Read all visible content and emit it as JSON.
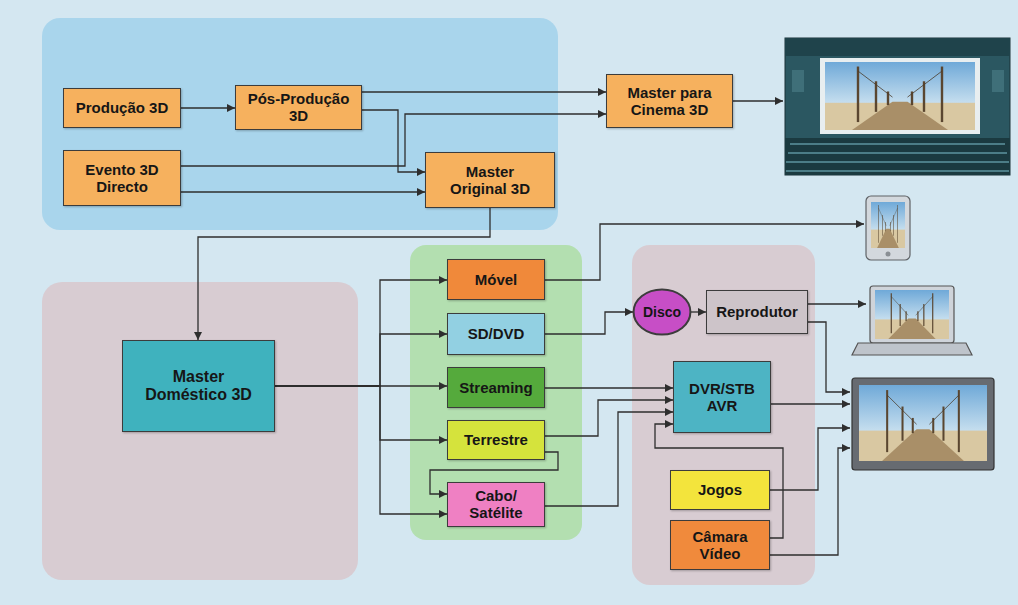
{
  "diagram": {
    "nodes": [
      {
        "text": [
          "Produção 3D"
        ]
      },
      {
        "text": [
          "Pós-Produção 3D"
        ]
      },
      {
        "text": [
          "Master para Cinema 3D"
        ]
      },
      {
        "text": [
          "Evento 3D Directo"
        ]
      },
      {
        "text": [
          "Master Original 3D"
        ]
      },
      {
        "text": [
          "Master Doméstico 3D"
        ]
      },
      {
        "text": [
          "Móvel"
        ]
      },
      {
        "text": [
          "SD/DVD"
        ]
      },
      {
        "text": [
          "Streaming"
        ]
      },
      {
        "text": [
          "Terrestre"
        ]
      },
      {
        "text": [
          "Cabo/ Satélite"
        ]
      },
      {
        "text": [
          "Disco"
        ]
      },
      {
        "text": [
          "Reprodutor"
        ]
      },
      {
        "text": [
          "DVR/STB AVR"
        ]
      },
      {
        "text": [
          "Jogos"
        ]
      },
      {
        "text": [
          "Câmara Vídeo"
        ]
      }
    ],
    "edges": [
      {
        "from": 0,
        "to": 1,
        "arrow": "to"
      },
      {
        "from": 1,
        "to": 2,
        "arrow": "to"
      },
      {
        "from": 1,
        "to": 4,
        "arrow": "to"
      },
      {
        "from": 3,
        "to": 2,
        "arrow": "to"
      },
      {
        "from": 3,
        "to": 4,
        "arrow": "to"
      },
      {
        "from": 4,
        "to": 5,
        "arrow": "to"
      },
      {
        "from": 5,
        "to": 6,
        "arrow": "to"
      },
      {
        "from": 5,
        "to": 7,
        "arrow": "to"
      },
      {
        "from": 5,
        "to": 8,
        "arrow": "to"
      },
      {
        "from": 5,
        "to": 9,
        "arrow": "to"
      },
      {
        "from": 5,
        "to": 10,
        "arrow": "to"
      },
      {
        "from": 9,
        "to": 10,
        "arrow": "to"
      },
      {
        "from": 7,
        "to": 11,
        "arrow": "to"
      },
      {
        "from": 11,
        "to": 12,
        "arrow": "to"
      },
      {
        "from": 8,
        "to": 13,
        "arrow": "to"
      },
      {
        "from": 9,
        "to": 13,
        "arrow": "to"
      },
      {
        "from": 10,
        "to": 13,
        "arrow": "to"
      },
      {
        "from": 15,
        "to": 13,
        "arrow": "to"
      }
    ]
  }
}
